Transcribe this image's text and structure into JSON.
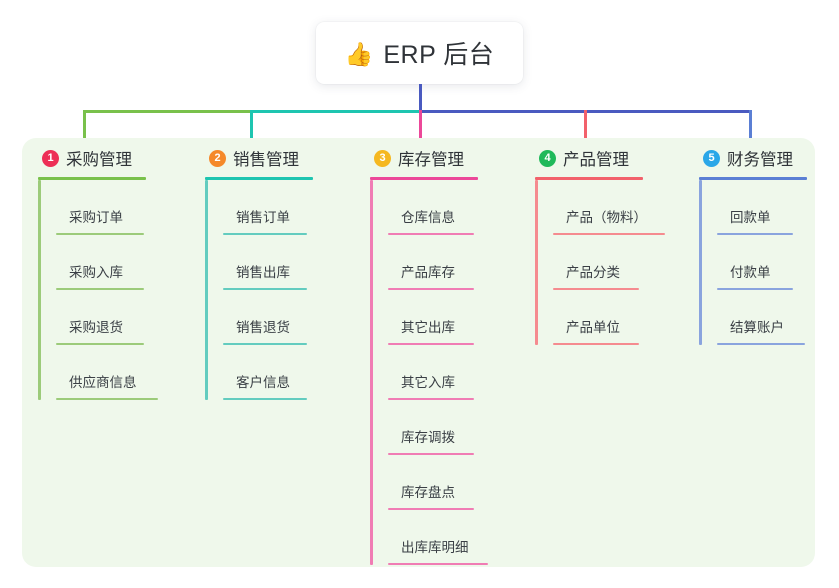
{
  "root": {
    "icon": "thumbs-up-icon",
    "emoji": "👍",
    "title": "ERP 后台"
  },
  "palette": {
    "panel_bg": "#eff8eb",
    "page_bg": "#ffffff",
    "text": "#2f3338",
    "stem": "#4a5ac0",
    "green": "#79c14b",
    "teal": "#1ec5b0",
    "pink": "#ec4899",
    "salmon": "#f2616b",
    "blue": "#5b7fd4"
  },
  "columns": [
    {
      "index": "1",
      "title": "采购管理",
      "badge_color": "#ed2f56",
      "line_color": "#79c14b",
      "leaf_line_color": "#9ccb7a",
      "items": [
        {
          "label": "采购订单"
        },
        {
          "label": "采购入库"
        },
        {
          "label": "采购退货"
        },
        {
          "label": "供应商信息"
        }
      ]
    },
    {
      "index": "2",
      "title": "销售管理",
      "badge_color": "#f5892a",
      "line_color": "#1ec5b0",
      "leaf_line_color": "#63ccbf",
      "items": [
        {
          "label": "销售订单"
        },
        {
          "label": "销售出库"
        },
        {
          "label": "销售退货"
        },
        {
          "label": "客户信息"
        }
      ]
    },
    {
      "index": "3",
      "title": "库存管理",
      "badge_color": "#f5b820",
      "line_color": "#ec4899",
      "leaf_line_color": "#f07cb4",
      "items": [
        {
          "label": "仓库信息"
        },
        {
          "label": "产品库存"
        },
        {
          "label": "其它出库"
        },
        {
          "label": "其它入库"
        },
        {
          "label": "库存调拨"
        },
        {
          "label": "库存盘点"
        },
        {
          "label": "出库库明细"
        }
      ]
    },
    {
      "index": "4",
      "title": "产品管理",
      "badge_color": "#1fb95a",
      "line_color": "#f2616b",
      "leaf_line_color": "#f58b8f",
      "items": [
        {
          "label": "产品（物料）"
        },
        {
          "label": "产品分类"
        },
        {
          "label": "产品单位"
        }
      ]
    },
    {
      "index": "5",
      "title": "财务管理",
      "badge_color": "#2aa7e8",
      "line_color": "#5b7fd4",
      "leaf_line_color": "#8aa4de",
      "items": [
        {
          "label": "回款单"
        },
        {
          "label": "付款单"
        },
        {
          "label": "结算账户"
        }
      ]
    }
  ],
  "connectors": {
    "root_stem_color": "#4a5ac0",
    "bus_segments": [
      {
        "color": "#79c14b"
      },
      {
        "color": "#1ec5b0"
      },
      {
        "color": "#4a5ac0"
      },
      {
        "color": "#4a5ac0"
      }
    ],
    "drop_colors": [
      "#79c14b",
      "#1ec5b0",
      "#ec4899",
      "#f2616b",
      "#5b7fd4"
    ]
  }
}
